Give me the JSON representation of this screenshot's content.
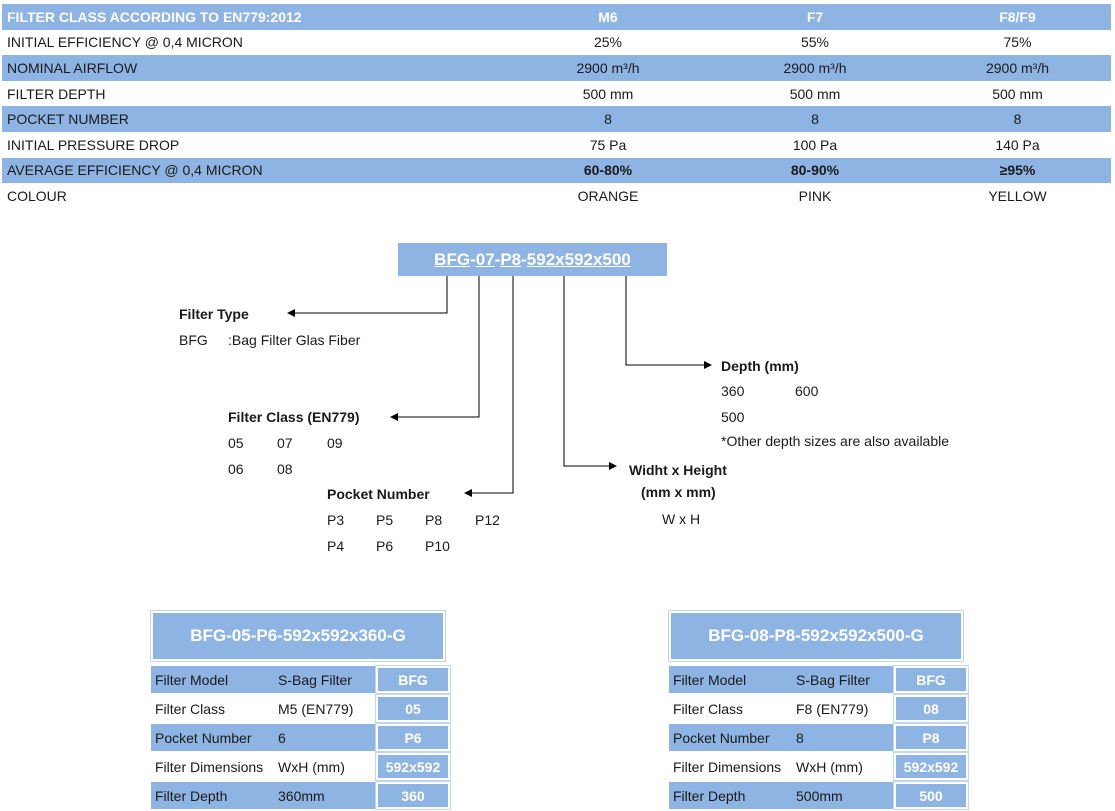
{
  "spec_table": {
    "header": [
      "FILTER CLASS ACCORDING TO EN779:2012",
      "M6",
      "F7",
      "F8/F9"
    ],
    "rows": [
      {
        "label": "INITIAL EFFICIENCY @ 0,4 MICRON",
        "values": [
          "25%",
          "55%",
          "75%"
        ]
      },
      {
        "label": "NOMINAL AIRFLOW",
        "values": [
          "2900 m³/h",
          "2900 m³/h",
          "2900 m³/h"
        ]
      },
      {
        "label": "FILTER DEPTH",
        "values": [
          "500 mm",
          "500 mm",
          "500 mm"
        ]
      },
      {
        "label": "POCKET NUMBER",
        "values": [
          "8",
          "8",
          "8"
        ]
      },
      {
        "label": "INITIAL PRESSURE DROP",
        "values": [
          "75 Pa",
          "100 Pa",
          "140 Pa"
        ]
      },
      {
        "label": "AVERAGE EFFICIENCY @ 0,4 MICRON",
        "values": [
          "60-80%",
          "80-90%",
          "≥95%"
        ]
      },
      {
        "label": "COLOUR",
        "values": [
          "ORANGE",
          "PINK",
          "YELLOW"
        ]
      }
    ]
  },
  "code": {
    "parts": [
      "BFG",
      "-",
      "07",
      "-",
      "P8",
      "-",
      "592x592x500"
    ]
  },
  "filter_type": {
    "title": "Filter Type",
    "code": "BFG",
    "desc": ":Bag Filter Glas Fiber"
  },
  "filter_class": {
    "title": "Filter Class (EN779)",
    "row1": [
      "05",
      "07",
      "09"
    ],
    "row2": [
      "06",
      "08"
    ]
  },
  "pocket_number": {
    "title": "Pocket Number",
    "row1": [
      "P3",
      "P5",
      "P8",
      "P12"
    ],
    "row2": [
      "P4",
      "P6",
      "P10"
    ]
  },
  "size": {
    "title_line1": "Widht x Height",
    "title_line2": "(mm x mm)",
    "value": "W x H"
  },
  "depth": {
    "title": "Depth (mm)",
    "row1": [
      "360",
      "600"
    ],
    "row2": [
      "500"
    ],
    "note": "*Other depth sizes are also available"
  },
  "examples": [
    {
      "title": "BFG-05-P6-592x592x360-G",
      "rows": [
        {
          "key": "Filter Model",
          "value": "S-Bag Filter",
          "code": "BFG"
        },
        {
          "key": "Filter Class",
          "value": "M5 (EN779)",
          "code": "05"
        },
        {
          "key": "Pocket Number",
          "value": "6",
          "code": "P6"
        },
        {
          "key": "Filter Dimensions",
          "value": "WxH (mm)",
          "code": "592x592"
        },
        {
          "key": "Filter Depth",
          "value": "360mm",
          "code": "360"
        }
      ]
    },
    {
      "title": "BFG-08-P8-592x592x500-G",
      "rows": [
        {
          "key": "Filter Model",
          "value": "S-Bag Filter",
          "code": "BFG"
        },
        {
          "key": "Filter Class",
          "value": "F8 (EN779)",
          "code": "08"
        },
        {
          "key": "Pocket Number",
          "value": "8",
          "code": "P8"
        },
        {
          "key": "Filter Dimensions",
          "value": "WxH (mm)",
          "code": "592x592"
        },
        {
          "key": "Filter Depth",
          "value": "500mm",
          "code": "500"
        }
      ]
    }
  ],
  "colors": {
    "band": "#8eb4e3",
    "header_text": "#ffffff"
  }
}
